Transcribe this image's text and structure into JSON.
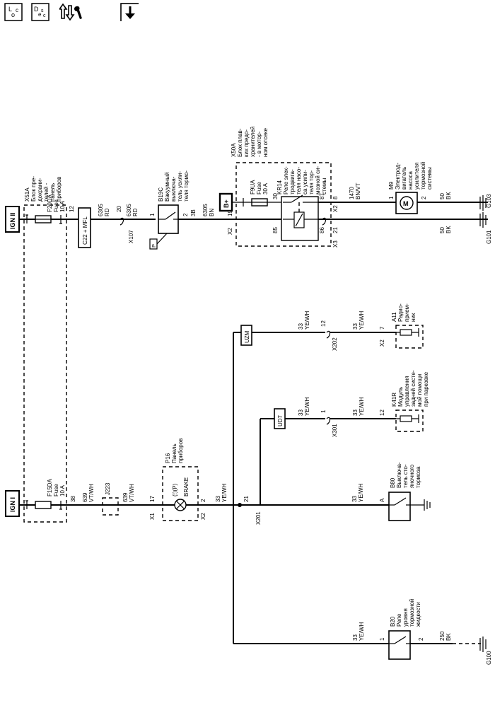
{
  "toolbar": {
    "loc_label": "LOC",
    "desc_label": "DESC",
    "loc_icon": "loc-button-icon",
    "desc_icon": "desc-button-icon",
    "tools_icon": "wrench-arrows-icon",
    "down_icon": "down-arrow-icon"
  },
  "power": {
    "ign2": "IGN II",
    "ign1": "IGN I",
    "bplus": "B+"
  },
  "fuses": {
    "f20da": {
      "name": "F20DA",
      "word": "Fuse",
      "rating": "10 A",
      "pin": "12"
    },
    "f15da": {
      "name": "F15DA",
      "word": "Fuse",
      "rating": "10 A",
      "pin": "38"
    },
    "f9ua": {
      "name": "F9UA",
      "word": "Fuse",
      "rating": "30 A"
    }
  },
  "blocks": {
    "x51a": {
      "code": "X51A",
      "lines": [
        "Блок пре-",
        "дохрани-",
        "телей -",
        "панель",
        "приборов"
      ]
    },
    "x50a": {
      "code": "X50A",
      "lines": [
        "Блок плав-",
        "ких предо-",
        "хранителей",
        "- в мотор-",
        "ном отсеке"
      ]
    }
  },
  "relay_kr14": {
    "code": "KR14",
    "lines": [
      "Реле элек-",
      "тродвига-",
      "теля насо-",
      "са усили-",
      "теля тор-",
      "мозной си-",
      "стемы"
    ],
    "pin30": "30",
    "pin87": "87",
    "pin85": "85",
    "pin86": "86"
  },
  "connectors": {
    "c22": "C22 + MFL",
    "x107": "X107",
    "x107_pin": "20",
    "x2_19": "X2",
    "pin19": "19",
    "x2_8": "X2",
    "pin8": "8",
    "x3_21": "X3",
    "pin21": "21",
    "j223": "J223",
    "x1": "X1",
    "x1_pin": "17",
    "x2_p16": "X2",
    "x2_p16_pin": "2",
    "x201": "X201",
    "x201_pin": "21",
    "x202": "X202",
    "x202_pin": "12",
    "x301": "X301",
    "x301_pin": "1",
    "x2_a11": "X2",
    "a11_pin": "7",
    "k41r_pin": "12",
    "b80_pin": "A",
    "b20_pin1": "1",
    "b20_pin2": "2",
    "m9_pin1": "1",
    "m9_pin2": "2",
    "b19c_pin1": "1",
    "b19c_pin2": "2",
    "b19c_pin3": "3B"
  },
  "wires": {
    "w6305": {
      "code": "6305",
      "color": "RD"
    },
    "w6305b": {
      "code": "6305",
      "color": "RD"
    },
    "w6305c": {
      "code": "6305",
      "color": "BN"
    },
    "w1470": {
      "code": "1470",
      "color": "BN/VT"
    },
    "w50a": {
      "code": "50",
      "color": "BK"
    },
    "w50b": {
      "code": "50",
      "color": "BK"
    },
    "w639a": {
      "code": "639",
      "color": "VT/WH"
    },
    "w639b": {
      "code": "639",
      "color": "VT/WH"
    },
    "w33_main": {
      "code": "33",
      "color": "YE/WH"
    },
    "w33_uzm": {
      "code": "33",
      "color": "YE/WH"
    },
    "w33_uzm2": {
      "code": "33",
      "color": "YE/WH"
    },
    "w33_ud7": {
      "code": "33",
      "color": "YE/WH"
    },
    "w33_ud72": {
      "code": "33",
      "color": "YE/WH"
    },
    "w33_b80": {
      "code": "33",
      "color": "YE/WH"
    },
    "w33_b20": {
      "code": "33",
      "color": "YE/WH"
    },
    "w250": {
      "code": "250",
      "color": "BK"
    }
  },
  "modules": {
    "uzm": "UZM",
    "ud7": "UD7"
  },
  "components": {
    "b19c": {
      "code": "B19C",
      "lines": [
        "Вакуумный",
        "выключа-",
        "тель усили-",
        "теля тормо-"
      ],
      "p": "P"
    },
    "m9": {
      "code": "M9",
      "lines": [
        "Электрод-",
        "вигатель",
        "насоса",
        "усилителя",
        "тормозной",
        "системы"
      ],
      "symbol": "M"
    },
    "p16": {
      "code": "P16",
      "lines": [
        "Панель",
        "приборов"
      ],
      "brake": "BRAKE",
      "symbol": "(!)(P)"
    },
    "a11": {
      "code": "A11",
      "lines": [
        "Радио-",
        "прием-",
        "ник"
      ]
    },
    "k41r": {
      "code": "K41R",
      "lines": [
        "Модуль",
        "управления",
        "задней систе-",
        "мой помощи",
        "при парковке"
      ]
    },
    "b80": {
      "code": "B80",
      "lines": [
        "Выключа-",
        "тель сто-",
        "яночного",
        "тормоза"
      ]
    },
    "b20": {
      "code": "B20",
      "lines": [
        "Реле",
        "уровня",
        "тормозной",
        "жидкости"
      ]
    }
  },
  "grounds": {
    "g101": "G101",
    "g103": "G103",
    "g100": "G100"
  }
}
